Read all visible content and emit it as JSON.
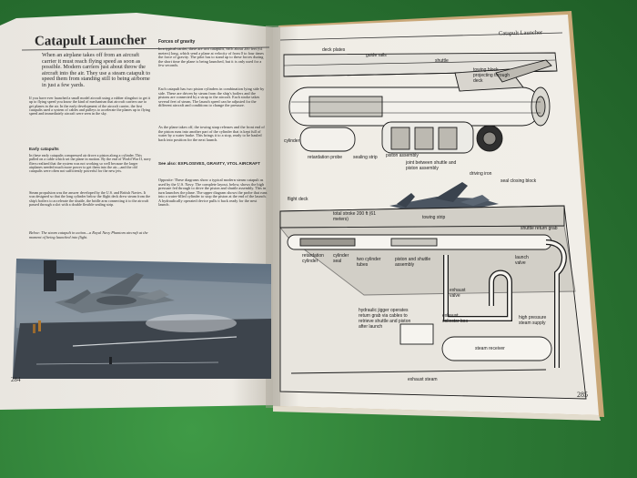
{
  "left_page": {
    "title": "Catapult Launcher",
    "intro": "When an airplane takes off from an aircraft carrier it must reach flying speed as soon as possible. Modern carriers just about throw the aircraft into the air. They use a steam catapult to speed them from standing still to being airborne in just a few yards.",
    "col1_para2": "If you have ever launched a small model aircraft using a rubber slingshot to get it up to flying speed you know the kind of mechanism that aircraft carriers use to get planes in the air. In the early development of the aircraft carrier, the first catapults used a system of cables and pulleys to accelerate the planes up to flying speed and immediately aircraft were seen in the sky.",
    "early_heading": "Early catapults",
    "early_text": "In these early catapults compressed air drove a piston along a cylinder. This pulled on a cable which set the plane in motion. By the end of World War II, navy fliers realized that the system was not working so well because the larger airplanes needed much more power to get them into the air—and the old catapults were often not sufficiently powerful for the new jets.",
    "steam_text": "Steam propulsion was the answer developed by the U.S. and British Navies. It was designed so that the long cylinder below the flight deck drew steam from the ship's boilers to accelerate the shuttle, the bridle arm connecting it to the aircraft passed through a slot with a double flexible sealing strip.",
    "caption": "Below: The steam catapult in action—a Royal Navy Phantom aircraft at the moment of being launched into flight.",
    "forces_heading": "Forces of gravity",
    "forces_text": "In a typical carrier, there are two catapults, each about 200 feet (61 meters) long, which send a plane at velocity of from 0 to four times the force of gravity. The pilot has to stand up to these forces during the short time the plane is being launched, but it is only used for a few seconds.",
    "col2_para2": "Each catapult has two piston cylinders in combination lying side by side. These are driven by steam from the ship's boilers and the pistons are connected by a strap to the aircraft. Each stroke takes several feet of steam. The launch speed can be adjusted for the different aircraft and conditions to change the pressure.",
    "col2_para3": "As the plane takes off, the towing strap releases and the front end of the piston runs into another part of the cylinder that is kept full of water by a water brake. This brings it to a stop, ready to be hauled back into position for the next launch.",
    "see_also": "See also: EXPLOSIVES, GRAVITY, VTOL AIRCRAFT",
    "opposite": "Opposite: These diagrams show a typical modern steam catapult as used by the U.S. Navy. The complete layout, below, shows the high pressure fed through to drive the piston and shuttle assembly. This in turn launches the plane. The upper diagram shows the probe that runs into a water-filled cylinder to stop the piston at the end of the launch. A hydraulically operated device pulls it back ready for the next launch.",
    "page_number": "284"
  },
  "right_page": {
    "running_head": "Catapult Launcher",
    "page_number": "285",
    "labels": {
      "deck_plates": "deck plates",
      "guide_rails": "guide rails",
      "shuttle": "shuttle",
      "towing_block": "towing block projecting through deck",
      "cylinder": "cylinder",
      "retardation_probe": "retardation probe",
      "sealing_strip": "sealing strip",
      "joint": "joint between shuttle and piston assembly",
      "piston_assembly": "piston assembly",
      "driving_iron": "driving iron",
      "seal_closing_block": "seal closing block",
      "flight_deck": "flight deck",
      "total_stroke": "total stroke 200 ft (61 meters)",
      "towing_strip": "towing strip",
      "shuttle_return_grab": "shuttle return grab",
      "retardation_cylinder": "retardation cylinder",
      "cylinder_seal": "cylinder seal",
      "two_cylinder_tubes": "two cylinder tubes",
      "piston_shuttle": "piston and shuttle assembly",
      "launch_valve": "launch valve",
      "exhaust_valve": "exhaust valve",
      "hydraulic_jigger": "hydraulic jigger operates return grab via cables to retrieve shuttle and piston after launch",
      "exhaust_collector": "exhaust collector box",
      "high_pressure": "high pressure steam supply",
      "steam_receiver": "steam receiver",
      "exhaust_steam": "exhaust steam"
    }
  }
}
